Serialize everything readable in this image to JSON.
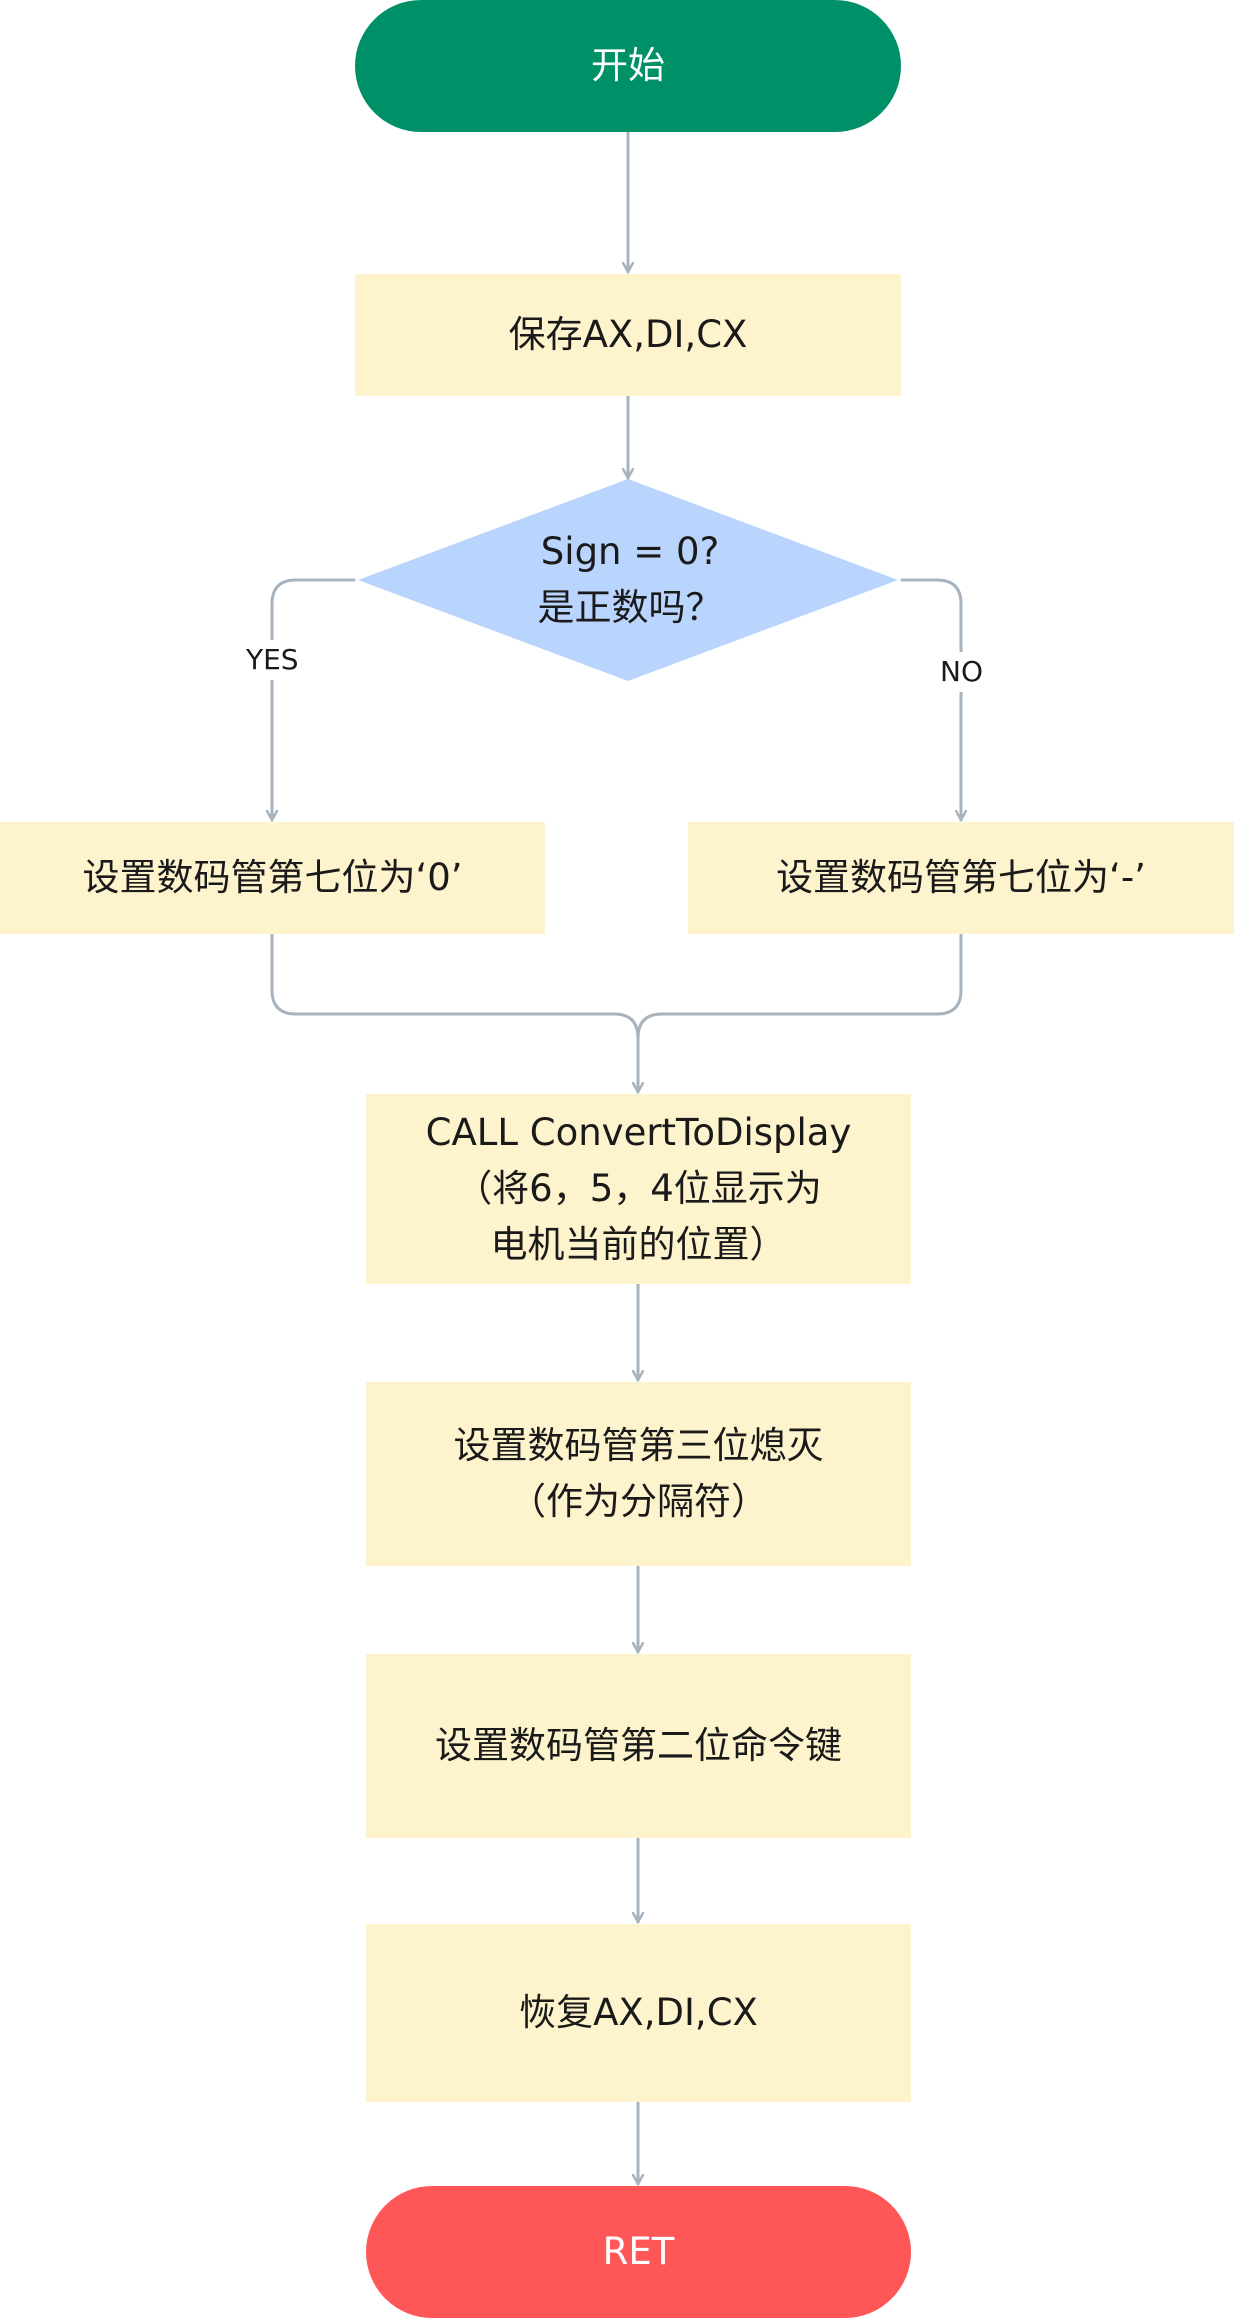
{
  "nodes": {
    "start": {
      "label": "开始"
    },
    "save": {
      "label": "保存AX,DI,CX"
    },
    "decision": {
      "line1": "Sign = 0?",
      "line2": "是正数吗？"
    },
    "set_zero": {
      "label": "设置数码管第七位为‘0’"
    },
    "set_minus": {
      "label": "设置数码管第七位为‘-’"
    },
    "convert": {
      "line1": "CALL  ConvertToDisplay",
      "line2": "（将6，5，4位显示为",
      "line3": "电机当前的位置）"
    },
    "blank": {
      "line1": "设置数码管第三位熄灭",
      "line2": "（作为分隔符）"
    },
    "command": {
      "label": "设置数码管第二位命令键"
    },
    "restore": {
      "label": "恢复AX,DI,CX"
    },
    "ret": {
      "label": "RET"
    }
  },
  "edges": {
    "yes_label": "YES",
    "no_label": "NO"
  },
  "colors": {
    "start_fill": "#009068",
    "end_fill": "#ff5757",
    "process_fill": "#fdf3cc",
    "decision_fill": "#b9d4fd",
    "connector": "#a7b3bf"
  }
}
